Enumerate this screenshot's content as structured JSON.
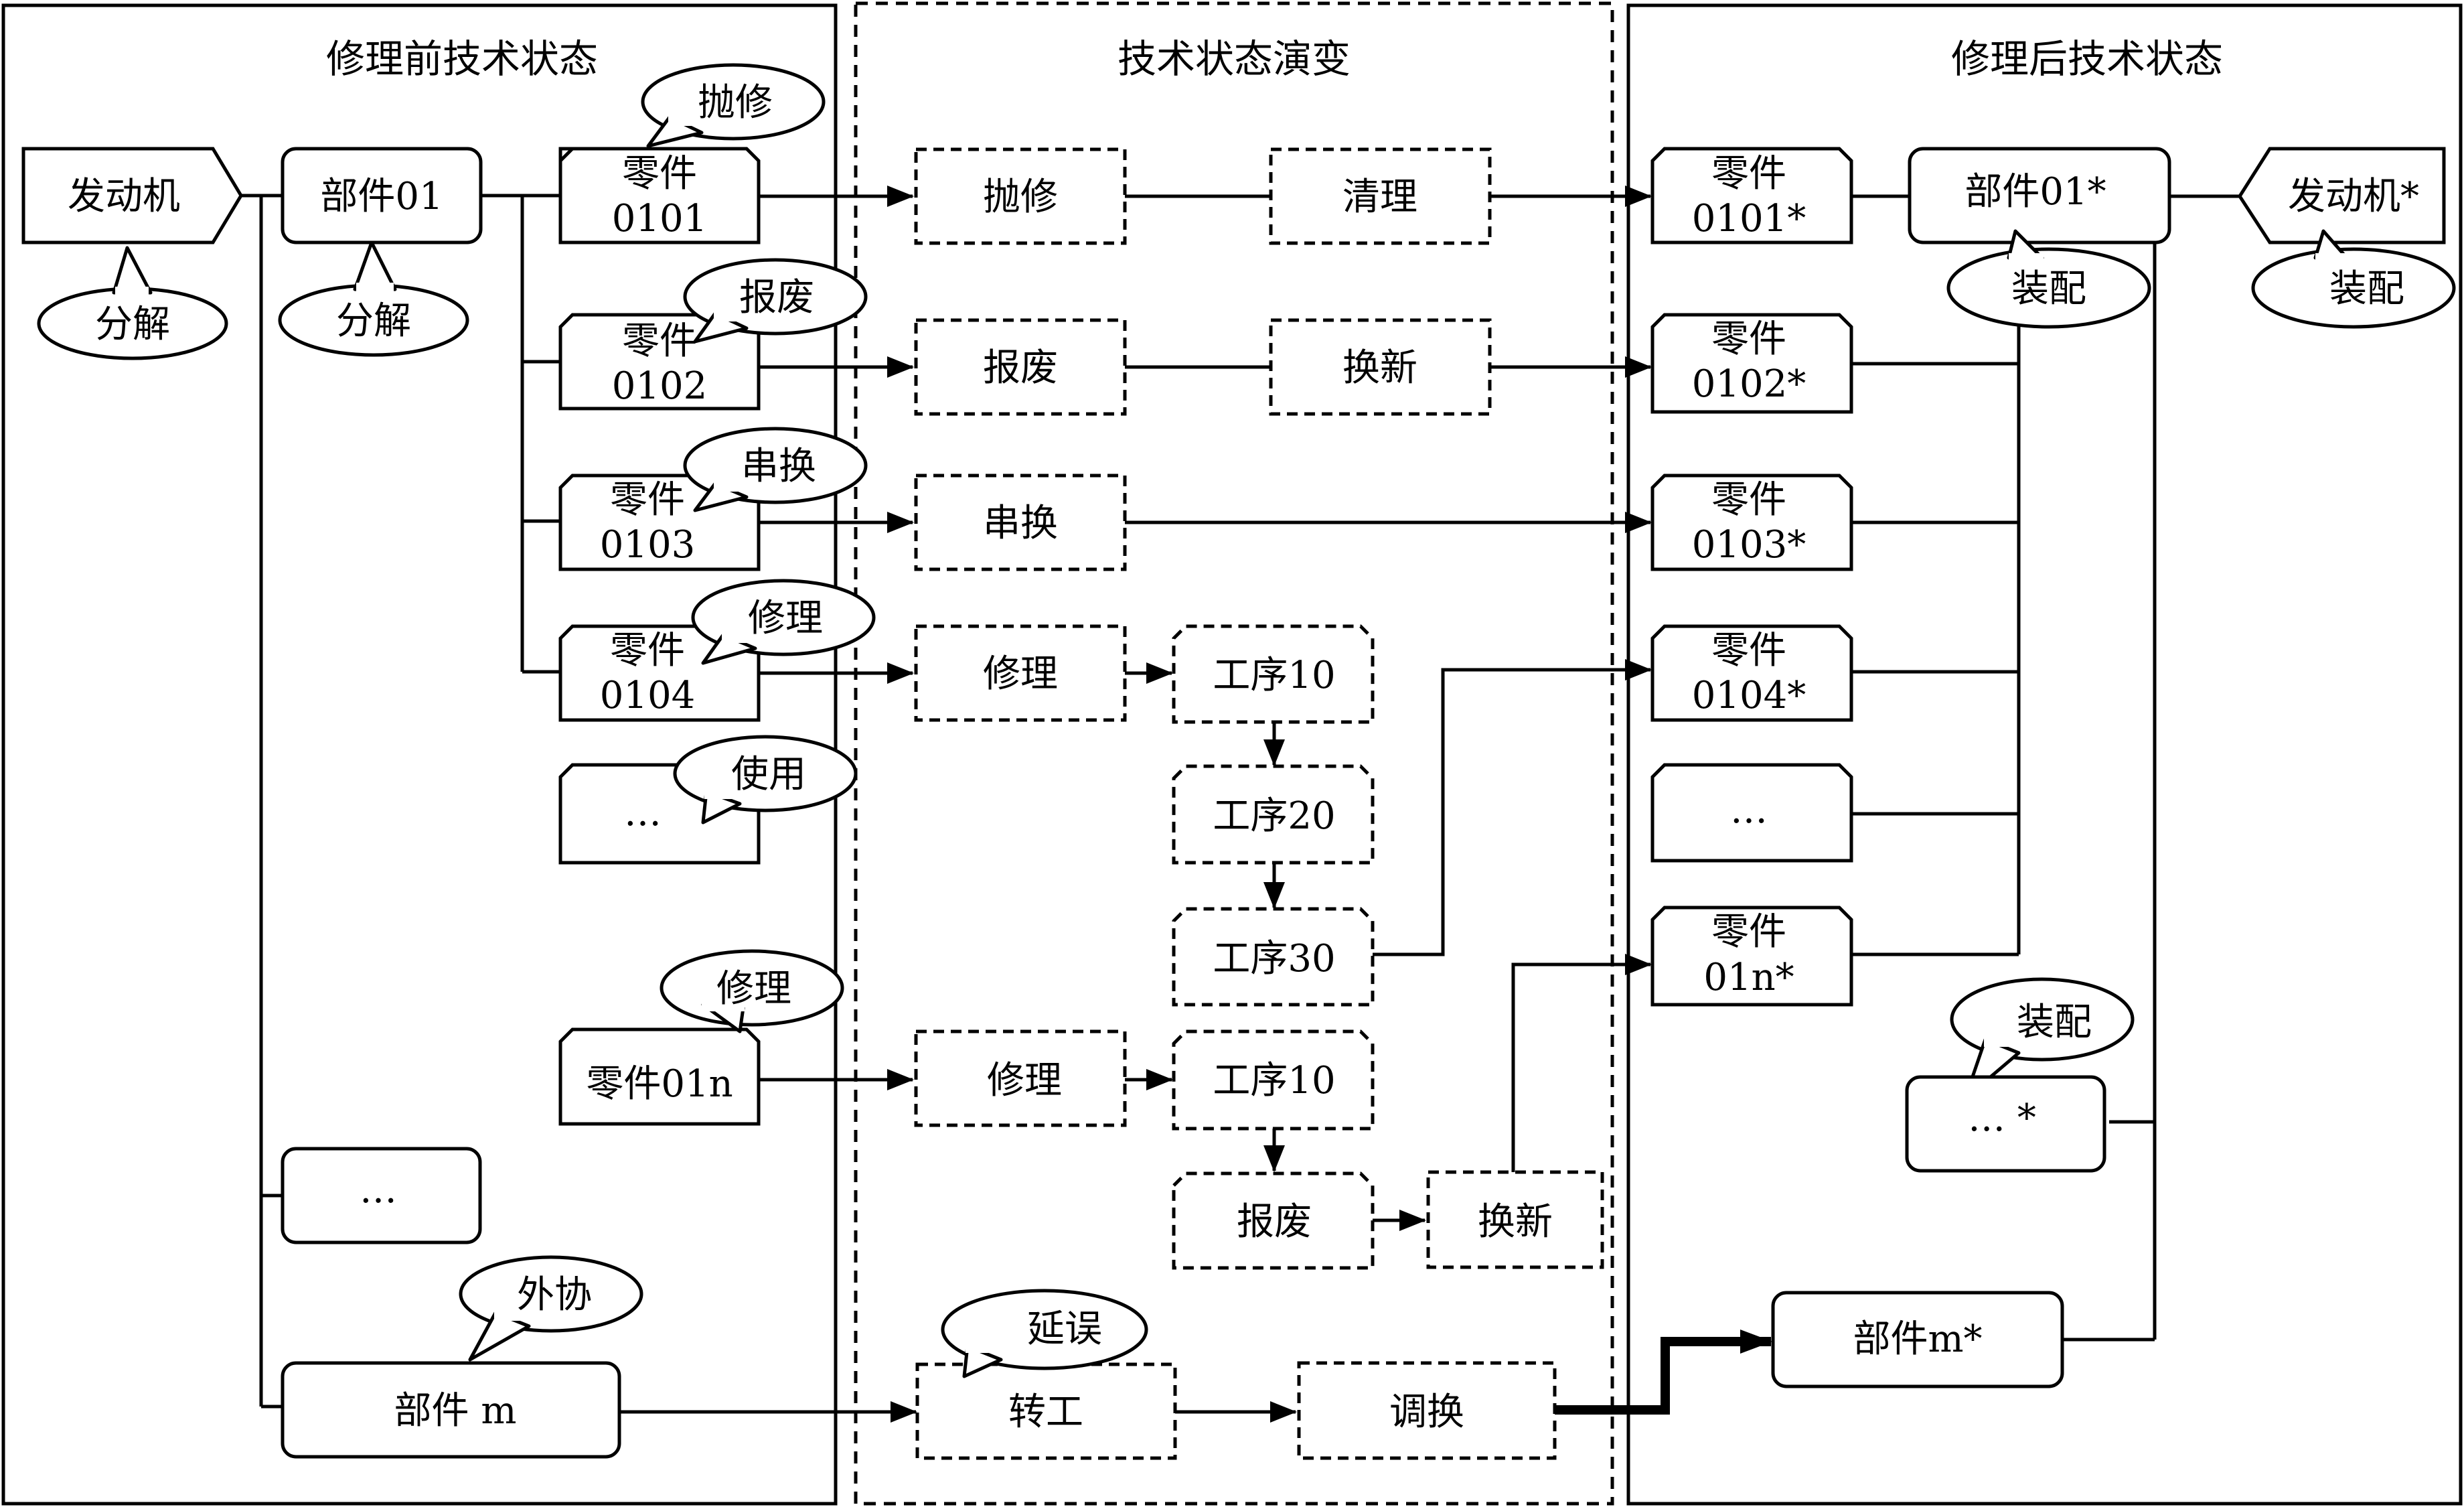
{
  "panels": {
    "before": "修理前技术状态",
    "evolution": "技术状态演变",
    "after": "修理后技术状态"
  },
  "before": {
    "engine": "发动机",
    "engine_bubble": "分解",
    "component01": "部件01",
    "component01_bubble": "分解",
    "part0101": [
      "零件",
      "0101"
    ],
    "part0101_bubble": "抛修",
    "part0102": [
      "零件",
      "0102"
    ],
    "part0102_bubble": "报废",
    "part0103": [
      "零件",
      "0103"
    ],
    "part0103_bubble": "串换",
    "part0104": [
      "零件",
      "0104"
    ],
    "part0104_bubble": "修理",
    "part_more": "…",
    "part_more_bubble": "使用",
    "part01n": "零件01n",
    "part01n_bubble": "修理",
    "component_more": "…",
    "componentm": "部件 m",
    "componentm_bubble": "外协"
  },
  "evolution": {
    "polish": "抛修",
    "clean": "清理",
    "scrap": "报废",
    "renew": "换新",
    "swap": "串换",
    "repair1": "修理",
    "op10a": "工序10",
    "op20": "工序20",
    "op30": "工序30",
    "repair2": "修理",
    "op10b": "工序10",
    "scrap2": "报废",
    "renew2": "换新",
    "transfer": "转工",
    "transfer_bubble": "延误",
    "exchange": "调换"
  },
  "after": {
    "part0101": [
      "零件",
      "0101*"
    ],
    "component01": "部件01*",
    "component01_bubble": "装配",
    "engine": "发动机*",
    "engine_bubble": "装配",
    "part0102": [
      "零件",
      "0102*"
    ],
    "part0103": [
      "零件",
      "0103*"
    ],
    "part0104": [
      "零件",
      "0104*"
    ],
    "part_more": "…",
    "part01n": [
      "零件",
      "01n*"
    ],
    "more_bubble": "装配",
    "more": "… *",
    "componentm": "部件m*"
  }
}
